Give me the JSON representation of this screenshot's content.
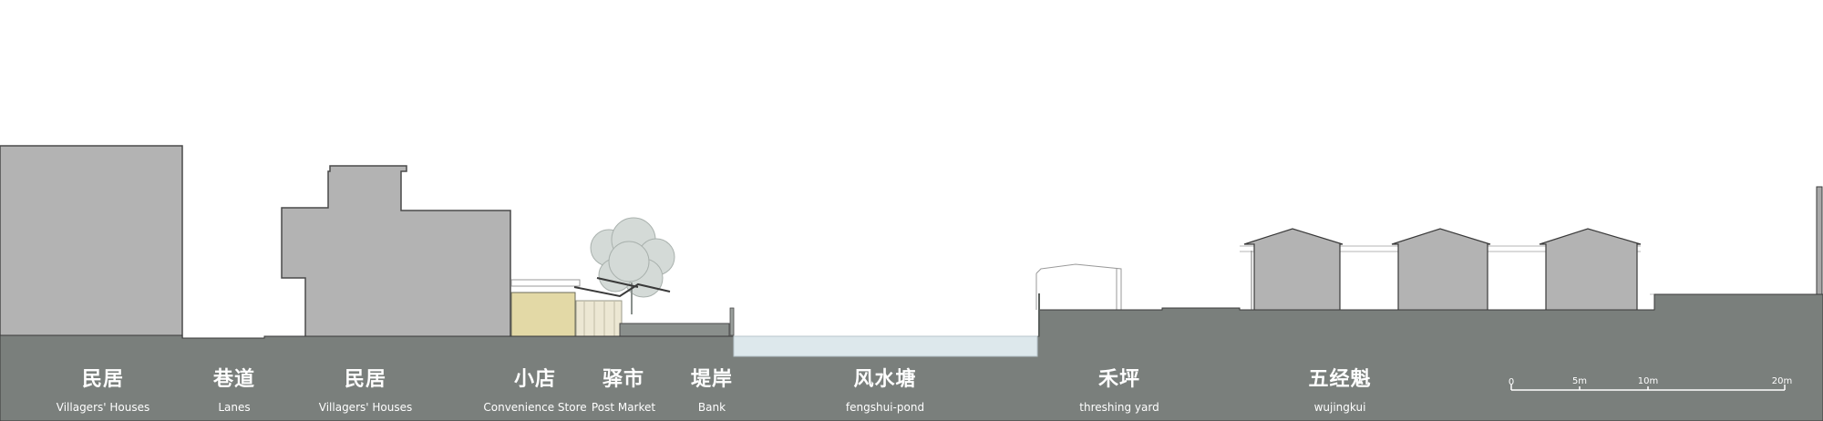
{
  "labels": [
    {
      "zh": "民居",
      "en": "Villagers' Houses"
    },
    {
      "zh": "巷道",
      "en": "Lanes"
    },
    {
      "zh": "民居",
      "en": "Villagers' Houses"
    },
    {
      "zh": "小店",
      "en": "Convenience Store"
    },
    {
      "zh": "驿市",
      "en": "Post Market"
    },
    {
      "zh": "堤岸",
      "en": "Bank"
    },
    {
      "zh": "风水塘",
      "en": "fengshui-pond"
    },
    {
      "zh": "禾坪",
      "en": "threshing yard"
    },
    {
      "zh": "五经魁",
      "en": "wujingkui"
    }
  ],
  "scale_bar": {
    "ticks": [
      "0",
      "5m",
      "10m",
      "20m"
    ],
    "values_m": [
      0,
      5,
      10,
      20
    ]
  },
  "colors": {
    "ground": "#7a7f7c",
    "building": "#b3b3b3",
    "building_outline": "#4a4a4a",
    "store_wall": "#e3d9a6",
    "market_wall": "#ece7d3",
    "pond": "#dde8ec",
    "tree": "#d2d8d5",
    "text": "#ffffff"
  }
}
